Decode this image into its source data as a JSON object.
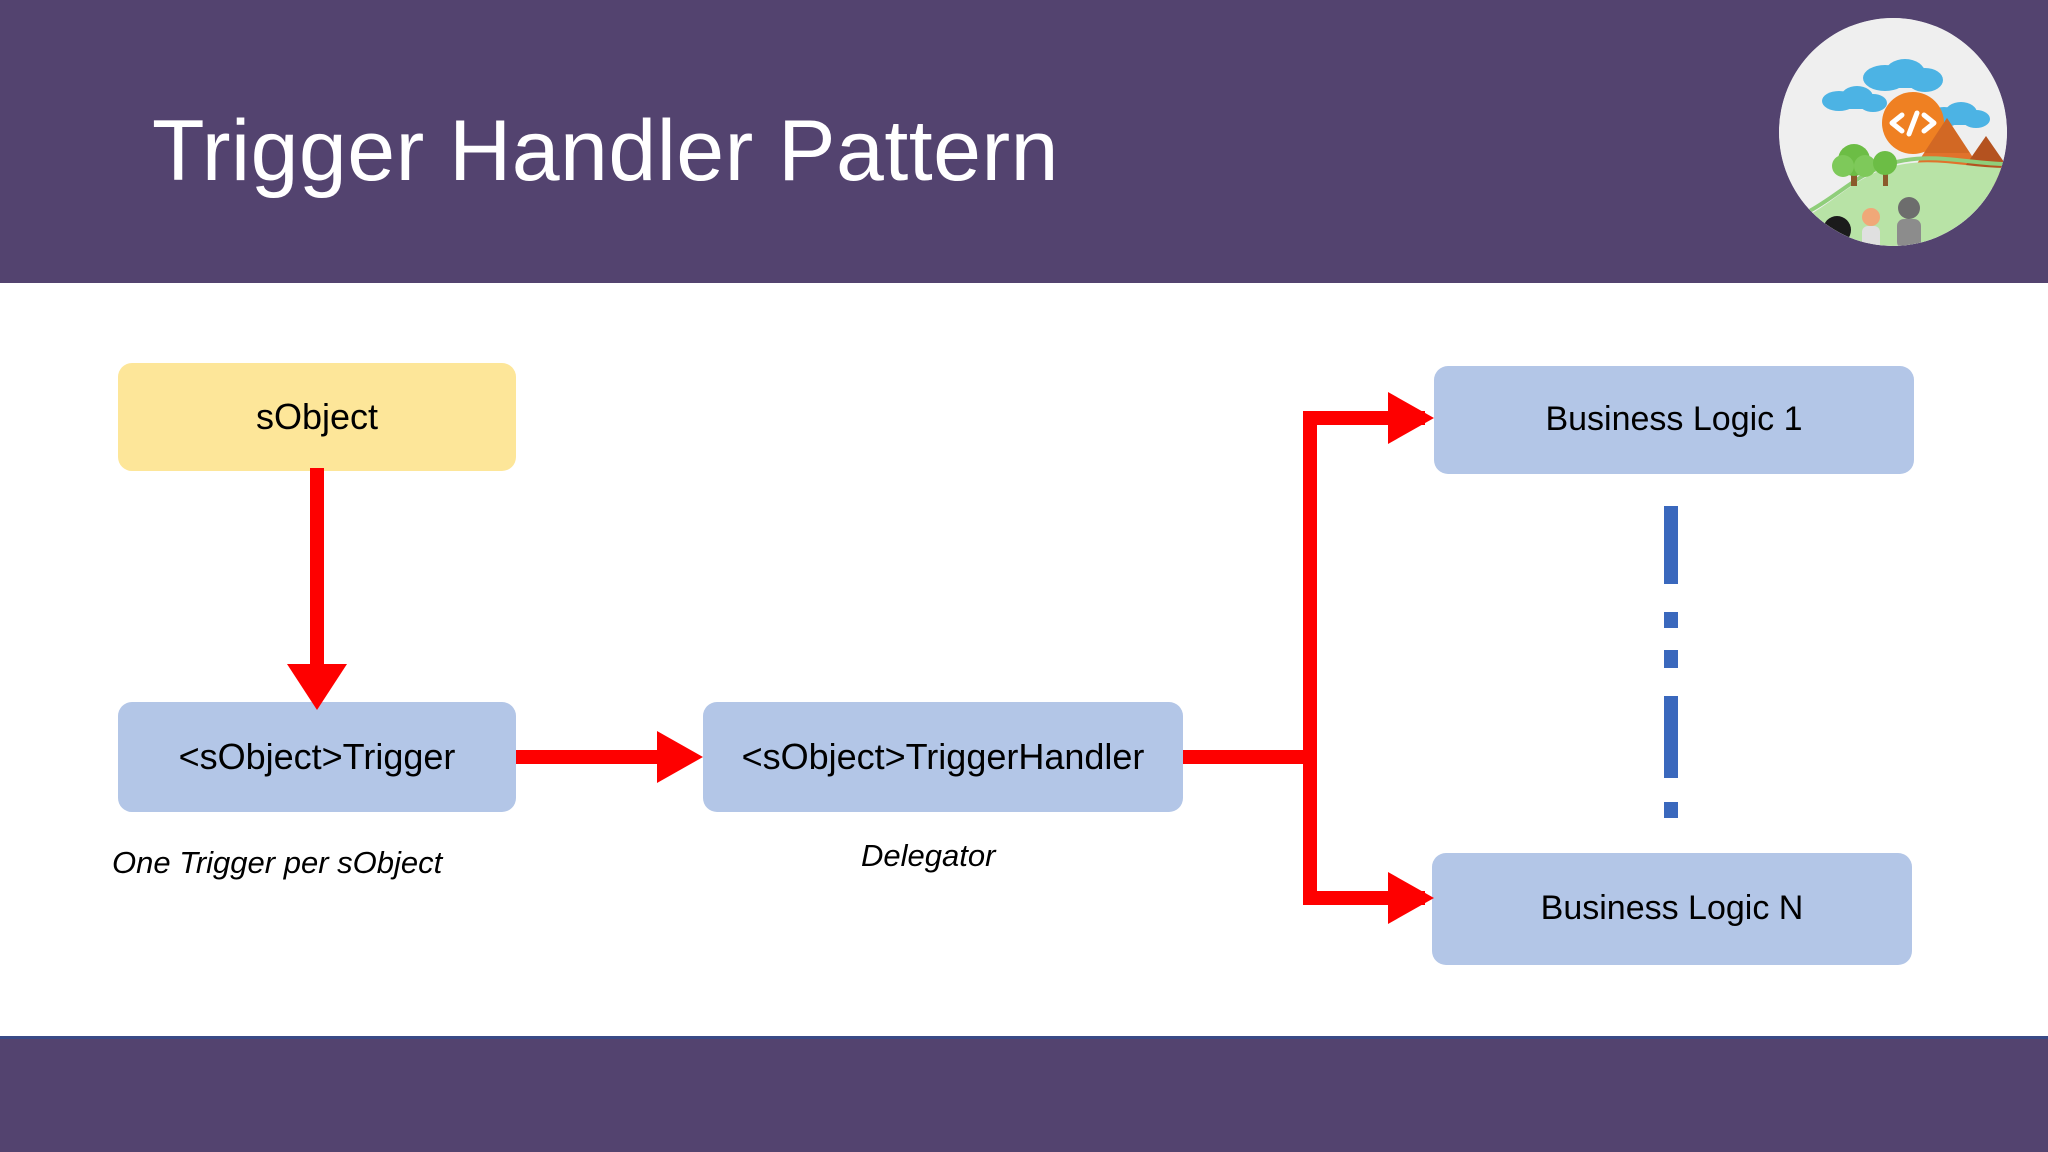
{
  "slide": {
    "title": "Trigger Handler Pattern",
    "theme": {
      "band_color": "#53436f",
      "band_accent": "#3a4a86",
      "background": "#ffffff",
      "node_yellow": "#fde699",
      "node_blue": "#b3c6e7",
      "connector_red": "#fe0000",
      "divider_blue": "#3a68bd",
      "title_color": "#ffffff"
    }
  },
  "logo": {
    "name": "trailhead-badge-logo",
    "alt": "Circular badge with clouds, orange code sun, mountains, trees, trail path and hikers",
    "colors": {
      "circle": "#efefef",
      "cloud": "#4cb3e4",
      "sun": "#ef8022",
      "mountain_light": "#e1722b",
      "mountain_dark": "#b4521f",
      "trail": "#b8e3a6",
      "tree": "#6cbd45",
      "trunk": "#8b5a2b"
    },
    "sun_label": "</>"
  },
  "diagram": {
    "nodes": [
      {
        "id": "sobject",
        "label": "sObject",
        "kind": "source"
      },
      {
        "id": "trigger",
        "label": "<sObject>Trigger",
        "kind": "trigger"
      },
      {
        "id": "handler",
        "label": "<sObject>TriggerHandler",
        "kind": "handler"
      },
      {
        "id": "logic1",
        "label": "Business Logic 1",
        "kind": "logic"
      },
      {
        "id": "logicN",
        "label": "Business Logic N",
        "kind": "logic"
      }
    ],
    "captions": {
      "trigger": "One Trigger per sObject",
      "handler": "Delegator"
    },
    "connectors": [
      {
        "from": "sobject",
        "to": "trigger",
        "style": "arrow-down"
      },
      {
        "from": "trigger",
        "to": "handler",
        "style": "arrow-right"
      },
      {
        "from": "handler",
        "to": "logic1",
        "style": "elbow-up-right"
      },
      {
        "from": "handler",
        "to": "logicN",
        "style": "elbow-down-right"
      }
    ],
    "divider": {
      "style": "dash-dot-dot",
      "orientation": "vertical"
    }
  }
}
